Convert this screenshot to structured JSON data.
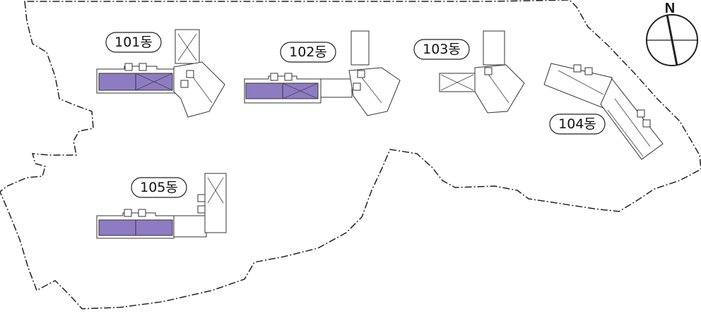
{
  "map": {
    "compass_label": "N",
    "buildings": [
      {
        "id": "101",
        "label": "101동",
        "highlighted": true
      },
      {
        "id": "102",
        "label": "102동",
        "highlighted": true
      },
      {
        "id": "103",
        "label": "103동",
        "highlighted": false
      },
      {
        "id": "104",
        "label": "104동",
        "highlighted": false
      },
      {
        "id": "105",
        "label": "105동",
        "highlighted": true
      }
    ],
    "colors": {
      "highlight": "#8e7cc3",
      "outline": "#333333",
      "boundary": "#222222"
    }
  }
}
